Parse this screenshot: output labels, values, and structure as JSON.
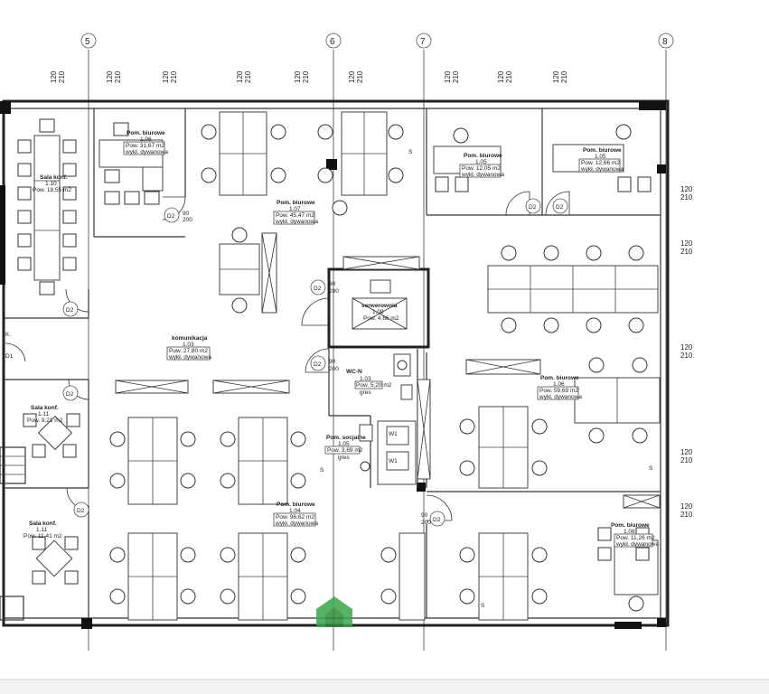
{
  "axes": [
    "5",
    "6",
    "7",
    "8"
  ],
  "dimension": {
    "a": "120",
    "b": "210"
  },
  "rooms": [
    {
      "id": "sala-konf-1",
      "name": "Sala konf.",
      "number": "1.10",
      "area": "Pow. 18,55 m2",
      "floor": ""
    },
    {
      "id": "biurowe-106-left",
      "name": "Pom. biurowe",
      "number": "1.06",
      "area": "Pow. 31,67 m2",
      "floor": "wykł. dywanowa"
    },
    {
      "id": "biurowe-107",
      "name": "Pom. biurowe",
      "number": "1.07",
      "area": "Pow. 45,47 m2",
      "floor": "wykł. dywanowa"
    },
    {
      "id": "biurowe-105",
      "name": "Pom. biurowe",
      "number": "1.05",
      "area": "Pow. 12,05 m2",
      "floor": "wykł. dywanowa"
    },
    {
      "id": "biurowe-105b",
      "name": "Pom. biurowe",
      "number": "1.05",
      "area": "Pow. 12,66 m2",
      "floor": "wykł. dywanowa"
    },
    {
      "id": "serwerownia",
      "name": "serwerownia",
      "number": "1.09",
      "area": "Pow. 4,66 m2",
      "floor": ""
    },
    {
      "id": "komunikacja",
      "name": "komunikacja",
      "number": "1.03",
      "area": "Pow. 27,80 m2",
      "floor": "wykł. dywanowa"
    },
    {
      "id": "wc",
      "name": "WC-N",
      "number": "1.03",
      "area": "Pow. 5,20 m2",
      "floor": "gres"
    },
    {
      "id": "biurowe-106-right",
      "name": "Pom. biurowe",
      "number": "1.06",
      "area": "Pow. 59,69 m2",
      "floor": "wykł. dywanowa"
    },
    {
      "id": "sala-konf-2",
      "name": "Sala konf.",
      "number": "1.11",
      "area": "Pow. 9,21 m2",
      "floor": ""
    },
    {
      "id": "socjalne",
      "name": "Pom. socjalne",
      "number": "1.05",
      "area": "Pow. 3,69 m2",
      "floor": "gres"
    },
    {
      "id": "biurowe-104",
      "name": "Pom. biurowe",
      "number": "1.04",
      "area": "Pow. 96,62 m2",
      "floor": "wykł. dywanowa"
    },
    {
      "id": "sala-konf-3",
      "name": "Sala konf.",
      "number": "1.11",
      "area": "Pow. 11,41 m2",
      "floor": ""
    },
    {
      "id": "biurowe-108",
      "name": "Pom. biurowe",
      "number": "1.08",
      "area": "Pow. 11,26 m2",
      "floor": "wykł. dywanowa"
    }
  ],
  "door_tags": [
    "D2",
    "90",
    "200",
    "280"
  ],
  "closet_tags": [
    "W1"
  ],
  "misc": {
    "s_mark": "S",
    "fragment_k": "K.",
    "fragment_d": "D1"
  }
}
